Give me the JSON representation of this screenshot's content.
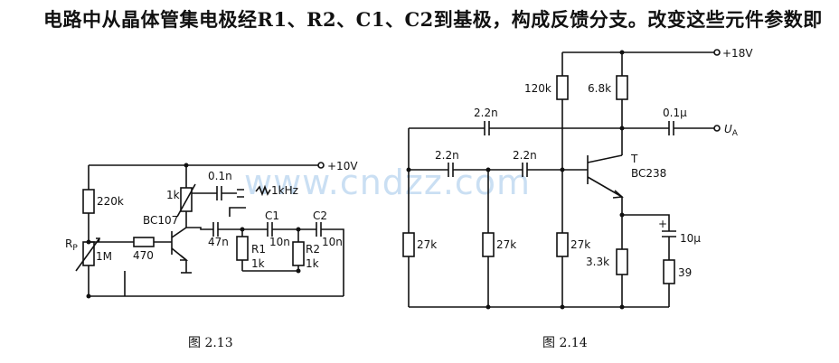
{
  "heading": "电路中从晶体管集电极经R1、R2、C1、C2到基极，构成反馈分支。改变这些元件参数即",
  "watermark": "www.cndzz.com",
  "fig213": {
    "caption": "图 2.13",
    "supply": "+10V",
    "r_top": "220k",
    "rp_name": "R",
    "rp_sub": "P",
    "rp_val": "1M",
    "r_base": "470",
    "pot": "1k",
    "transistor": "BC107",
    "c_out": "0.1n",
    "output": "1kHz",
    "c_couple": "47n",
    "c1_name": "C1",
    "c1_val": "10n",
    "c2_name": "C2",
    "c2_val": "10n",
    "r1_name": "R1",
    "r1_val": "1k",
    "r2_name": "R2",
    "r2_val": "1k"
  },
  "fig214": {
    "caption": "图 2.14",
    "supply": "+18V",
    "r_bias": "120k",
    "r_coll": "6.8k",
    "c_top": "2.2n",
    "c_mid1": "2.2n",
    "c_mid2": "2.2n",
    "c_out": "0.1μ",
    "output_main": "U",
    "output_sub": "A",
    "t_name": "T",
    "transistor": "BC238",
    "r_a": "27k",
    "r_b": "27k",
    "r_c": "27k",
    "c_emit": "10μ",
    "r_emit": "3.3k",
    "r_emit2": "39"
  }
}
